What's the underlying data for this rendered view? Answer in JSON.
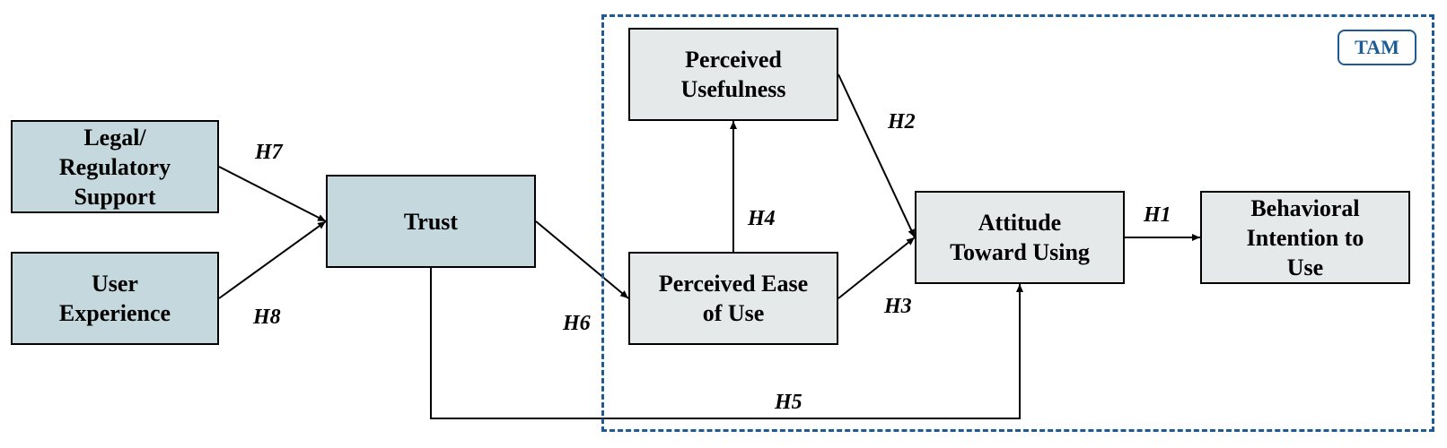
{
  "constructs": {
    "legal": "Legal/\nRegulatory\nSupport",
    "user_experience": "User\nExperience",
    "trust": "Trust",
    "perceived_usefulness": "Perceived\nUsefulness",
    "perceived_ease_of_use": "Perceived Ease\nof Use",
    "attitude": "Attitude\nToward Using",
    "behavioral_intention": "Behavioral\nIntention to\nUse"
  },
  "hypotheses": {
    "h1": "H1",
    "h2": "H2",
    "h3": "H3",
    "h4": "H4",
    "h5": "H5",
    "h6": "H6",
    "h7": "H7",
    "h8": "H8"
  },
  "tam_label": "TAM",
  "colors": {
    "external_fill": "#c5d8de",
    "tam_fill": "#e6e9ea",
    "tam_border": "#1e5a96",
    "line": "#000000"
  }
}
